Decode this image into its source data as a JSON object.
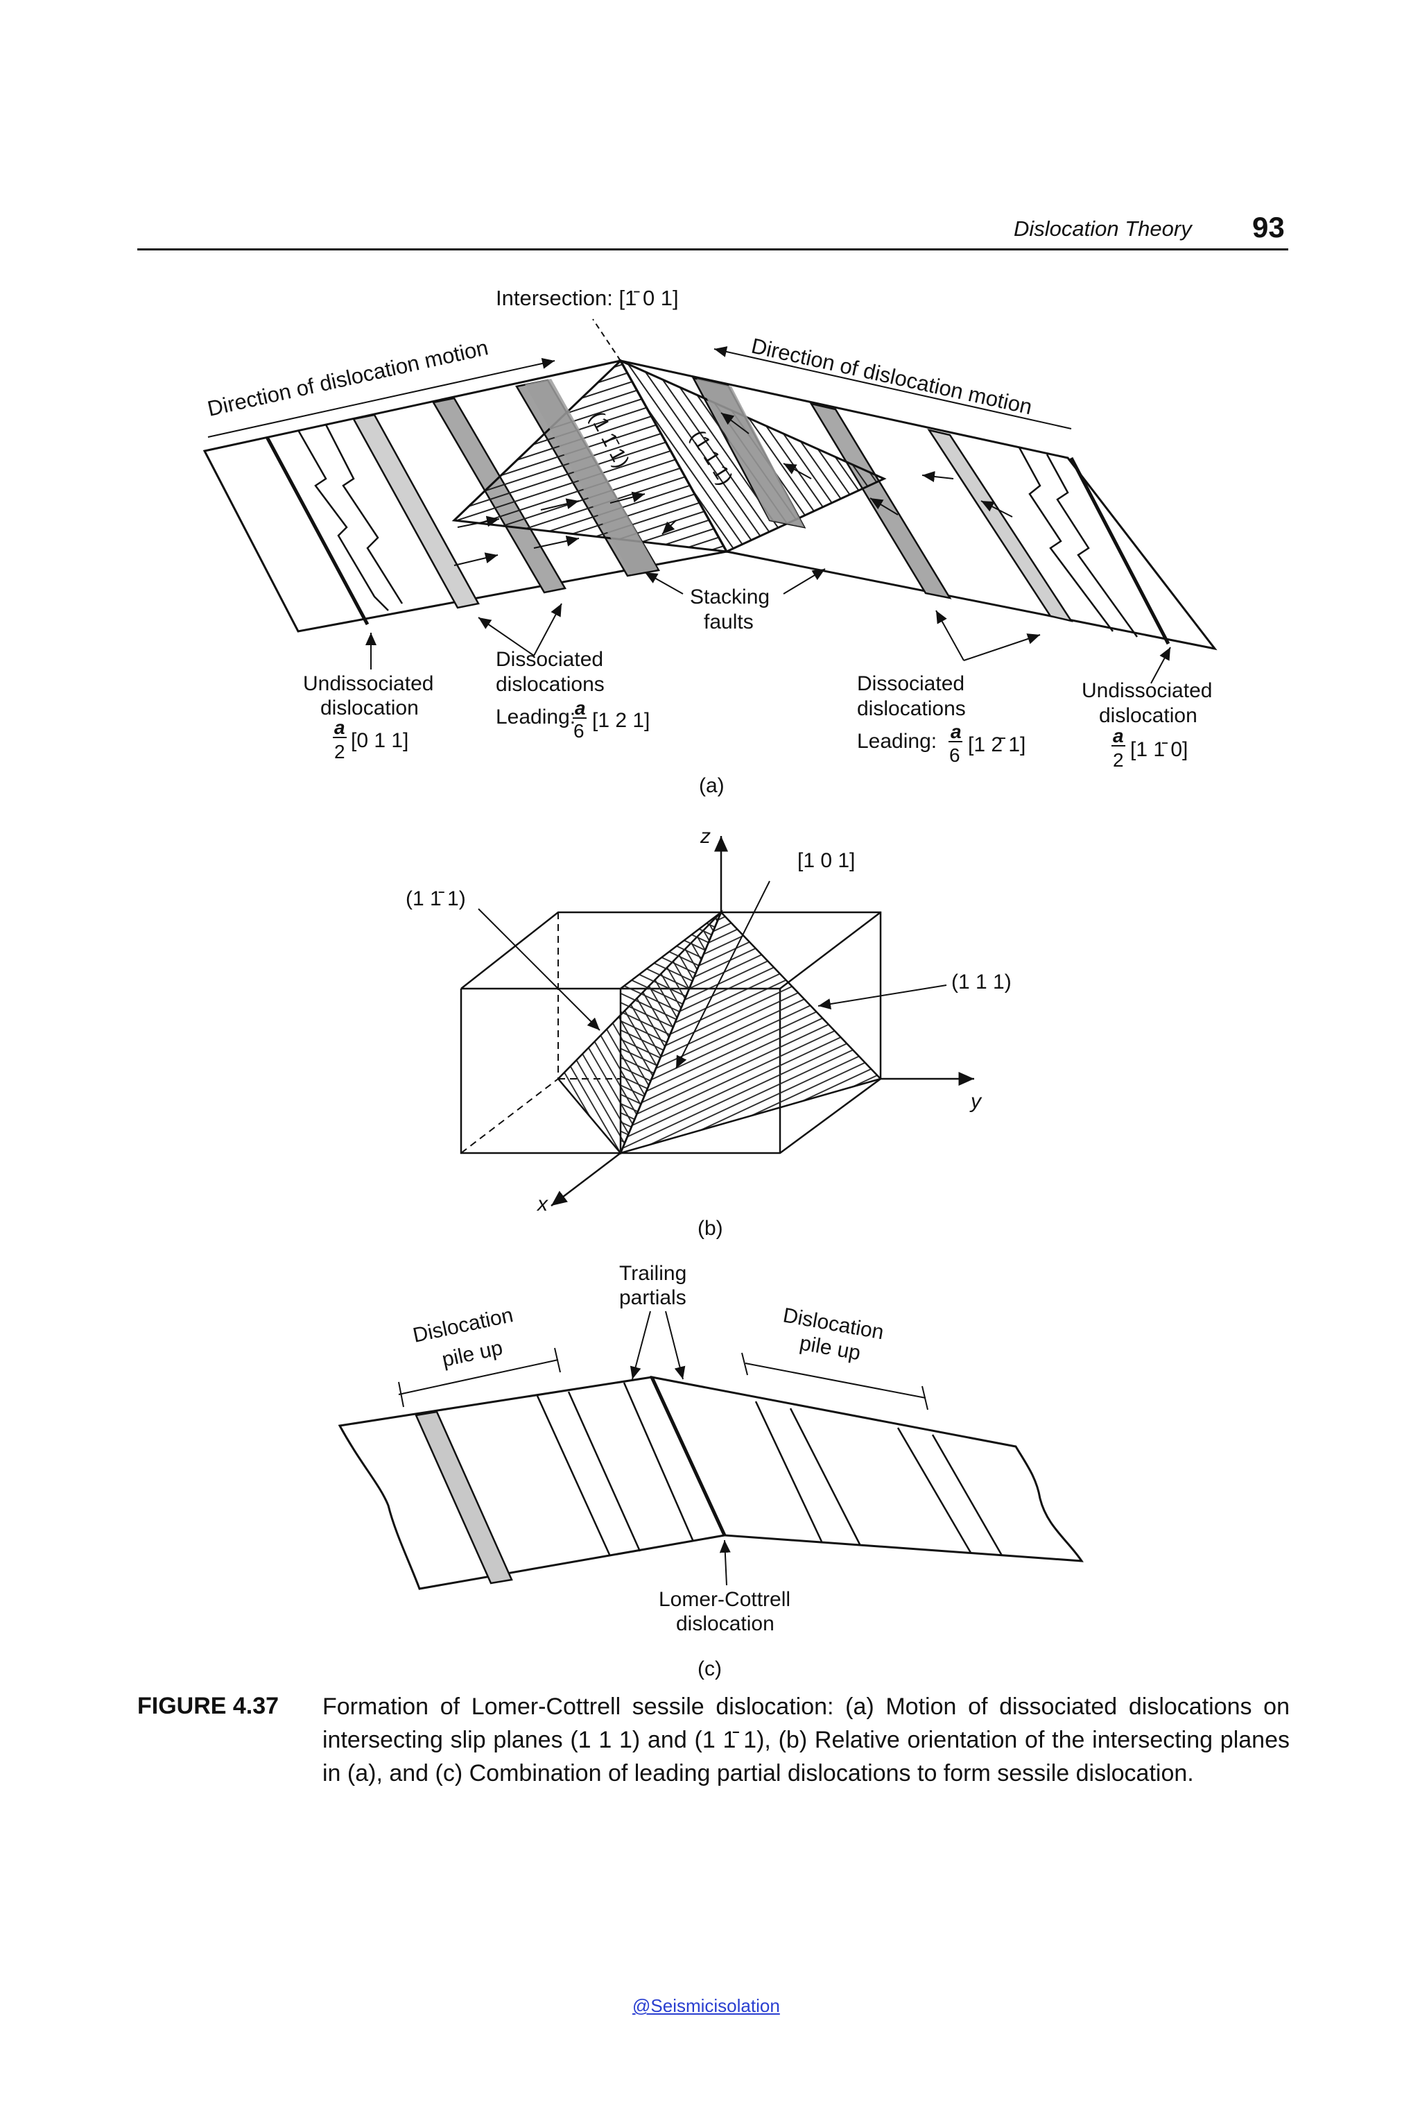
{
  "header": {
    "title": "Dislocation Theory",
    "page_number": "93"
  },
  "figure_a": {
    "intersection": "Intersection: [1̄ 0 1]",
    "direction_left": "Direction of dislocation motion",
    "direction_right": "Direction of dislocation motion",
    "plane_left": "(1 1̄ 1)",
    "plane_right": "(1 1 1)",
    "stacking_faults": [
      "Stacking",
      "faults"
    ],
    "left_undissociated": [
      "Undissociated",
      "dislocation"
    ],
    "left_undissociated_vec": "[0 1 1]",
    "left_dissociated": [
      "Dissociated",
      "dislocations"
    ],
    "left_leading_prefix": "Leading:",
    "left_leading_vec": "[1 2 1]",
    "right_dissociated": [
      "Dissociated",
      "dislocations"
    ],
    "right_leading_prefix": "Leading:",
    "right_leading_vec": "[1 2̄ 1]",
    "right_undissociated": [
      "Undissociated",
      "dislocation"
    ],
    "right_undissociated_vec": "[1 1̄ 0]",
    "frac_num_a": "a",
    "frac_den_2": "2",
    "frac_den_6": "6",
    "sublabel": "(a)"
  },
  "figure_b": {
    "axis_z": "z",
    "axis_y": "y",
    "axis_x": "x",
    "dir_101": "[1 0 1]",
    "plane_1m11": "(1 1̄ 1)",
    "plane_111": "(1 1 1)",
    "sublabel": "(b)"
  },
  "figure_c": {
    "trailing": [
      "Trailing",
      "partials"
    ],
    "pileup_left": [
      "Dislocation",
      "pile up"
    ],
    "pileup_right": [
      "Dislocation",
      "pile up"
    ],
    "lomer": [
      "Lomer-Cottrell",
      "dislocation"
    ],
    "sublabel": "(c)"
  },
  "caption": {
    "label": "FIGURE 4.37",
    "text": "Formation of Lomer-Cottrell sessile dislocation: (a) Motion of dissociated dislocations on intersecting slip planes (1 1 1) and (1 1̄ 1), (b) Relative orientation of the intersecting planes in (a), and (c) Combination of leading partial dislocations to form sessile dislocation."
  },
  "footer": {
    "watermark": "@Seismicisolation"
  }
}
